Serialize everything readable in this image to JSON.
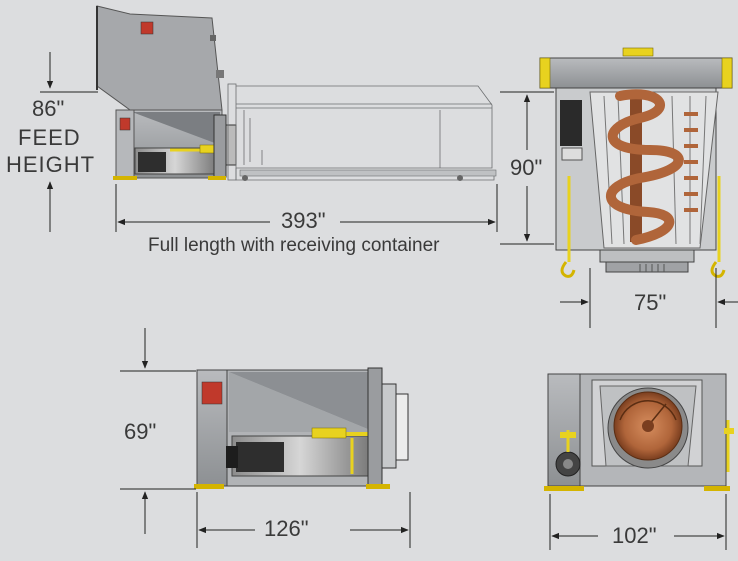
{
  "side_view": {
    "feed_height_value": "86\"",
    "feed_label": "FEED",
    "height_label": "HEIGHT",
    "length_value": "393\"",
    "length_caption": "Full length with receiving container"
  },
  "end_view": {
    "height_value": "90\"",
    "width_value": "75\""
  },
  "side_view_small": {
    "height_value": "69\"",
    "length_value": "126\""
  },
  "front_view": {
    "width_value": "102\""
  },
  "colors": {
    "background": "#dcdddf",
    "steel": "#a9abae",
    "auger": "#b0653a",
    "accent_yellow": "#e8d21f"
  }
}
